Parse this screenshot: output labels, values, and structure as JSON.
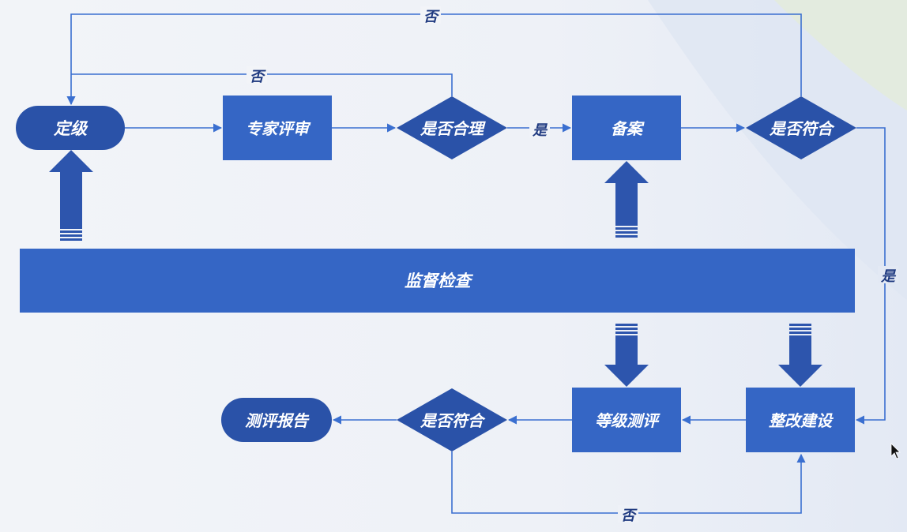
{
  "nodes": {
    "dingji": "定级",
    "zhuanjia_pingshen": "专家评审",
    "shifou_heli": "是否合理",
    "bei_an": "备案",
    "shifou_fuhe_top": "是否符合",
    "jiandu_jiancha": "监督检查",
    "ceping_baogao": "测评报告",
    "shifou_fuhe_bottom": "是否符合",
    "dengji_ceping": "等级测评",
    "zhenggai_jianshe": "整改建设"
  },
  "edge_labels": {
    "shi_heli_to_beian": "是",
    "fou_heli_to_dingji": "否",
    "fou_fuhe_top_to_dingji": "否",
    "shi_fuhe_top_to_zhenggai": "是",
    "fou_fuhe_bottom_to_zhenggai": "否"
  },
  "colors": {
    "node_fill": "#3566c5",
    "node_dark": "#2a52a8",
    "arrow_fill": "#2d55ad",
    "line": "#3a6fd0",
    "node_text": "#ffffff",
    "label_text": "#1f3a80"
  }
}
